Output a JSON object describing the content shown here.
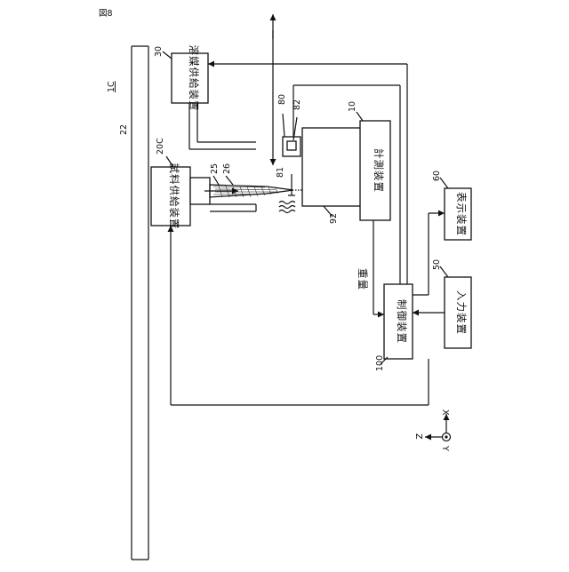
{
  "figure_label": "図8",
  "system_label": "1C",
  "refs": {
    "base": "22",
    "solvent_supply_ref": "30",
    "sample_supply_ref": "20C",
    "r25": "25",
    "r26": "26",
    "r80": "80",
    "r82": "82",
    "r81": "81",
    "measure_ref": "10",
    "r92": "92",
    "display_ref": "60",
    "input_ref": "50",
    "control_ref": "100"
  },
  "boxes": {
    "solvent_supply": "溶媒供給装置",
    "sample_supply": "試料供給装置",
    "measurement": "計測装置",
    "display": "表示装置",
    "input": "入力装置",
    "control": "制御装置"
  },
  "signal_label": "重量",
  "axes": {
    "x": "X",
    "z": "Z",
    "y": "Y"
  }
}
